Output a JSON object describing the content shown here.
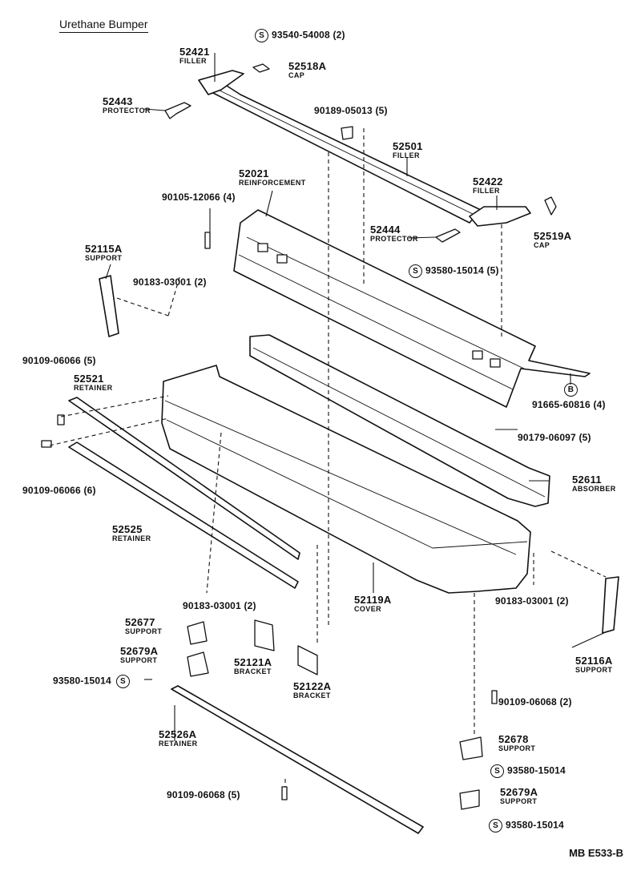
{
  "title": "Urethane Bumper",
  "code": "MB E533-B",
  "parts": [
    {
      "number": "52421",
      "name": "FILLER"
    },
    {
      "number": "52518A",
      "name": "CAP"
    },
    {
      "number": "52443",
      "name": "PROTECTOR"
    },
    {
      "number": "52501",
      "name": "FILLER"
    },
    {
      "number": "52021",
      "name": "REINFORCEMENT"
    },
    {
      "number": "52422",
      "name": "FILLER"
    },
    {
      "number": "52444",
      "name": "PROTECTOR"
    },
    {
      "number": "52519A",
      "name": "CAP"
    },
    {
      "number": "52115A",
      "name": "SUPPORT"
    },
    {
      "number": "52521",
      "name": "RETAINER"
    },
    {
      "number": "52611",
      "name": "ABSORBER"
    },
    {
      "number": "52525",
      "name": "RETAINER"
    },
    {
      "number": "52119A",
      "name": "COVER"
    },
    {
      "number": "52677",
      "name": "SUPPORT"
    },
    {
      "number": "52679A",
      "name": "SUPPORT"
    },
    {
      "number": "52121A",
      "name": "BRACKET"
    },
    {
      "number": "52122A",
      "name": "BRACKET"
    },
    {
      "number": "52116A",
      "name": "SUPPORT"
    },
    {
      "number": "52526A",
      "name": "RETAINER"
    },
    {
      "number": "52678",
      "name": "SUPPORT"
    },
    {
      "number": "52679A",
      "name": "SUPPORT"
    }
  ],
  "fasteners": [
    {
      "text": "93540-54008 (2)",
      "mark": "S"
    },
    {
      "text": "90189-05013 (5)",
      "mark": ""
    },
    {
      "text": "90105-12066 (4)",
      "mark": ""
    },
    {
      "text": "93580-15014 (5)",
      "mark": "S"
    },
    {
      "text": "90183-03001 (2)",
      "mark": ""
    },
    {
      "text": "90109-06066 (5)",
      "mark": ""
    },
    {
      "text": "91665-60816 (4)",
      "mark": "B"
    },
    {
      "text": "90179-06097 (5)",
      "mark": ""
    },
    {
      "text": "90109-06066 (6)",
      "mark": ""
    },
    {
      "text": "90183-03001 (2)",
      "mark": ""
    },
    {
      "text": "90183-03001 (2)",
      "mark": ""
    },
    {
      "text": "93580-15014",
      "mark": "S"
    },
    {
      "text": "90109-06068 (2)",
      "mark": ""
    },
    {
      "text": "93580-15014",
      "mark": "S"
    },
    {
      "text": "90109-06068 (5)",
      "mark": ""
    },
    {
      "text": "93580-15014",
      "mark": "S"
    }
  ]
}
